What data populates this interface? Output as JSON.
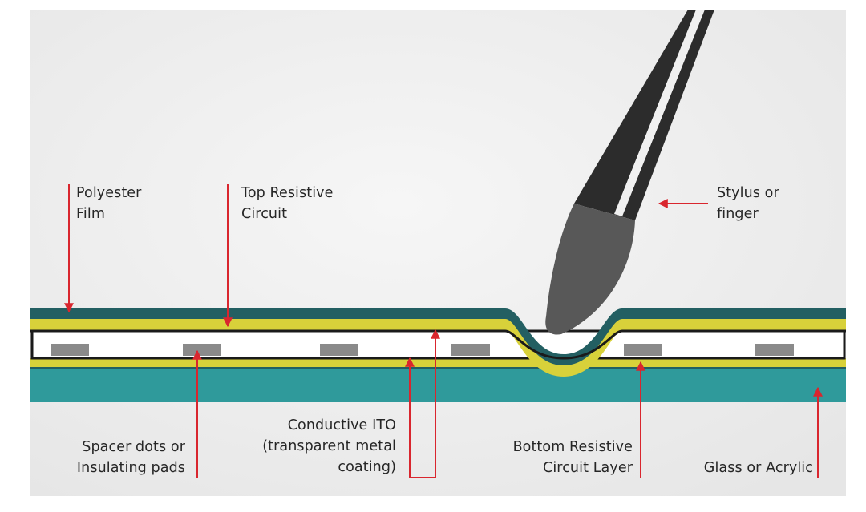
{
  "colors": {
    "background_light": "#f6f6f6",
    "background_edge": "#e6e6e6",
    "teal_dark": "#235f62",
    "teal_substrate": "#2f9a9b",
    "yellow_layer": "#d8d13a",
    "gap_white": "#ffffff",
    "outline": "#1a1a1a",
    "spacer_gray": "#8a8a8a",
    "stylus_body": "#2c2c2c",
    "stylus_tip": "#585858",
    "arrow_red": "#d9262e",
    "label_text": "#262626"
  },
  "labels": {
    "polyester_film": [
      "Polyester",
      "Film"
    ],
    "top_resistive_circuit": [
      "Top Resistive",
      "Circuit"
    ],
    "stylus_or_finger": [
      "Stylus or",
      "finger"
    ],
    "spacer_dots": [
      "Spacer dots or",
      "Insulating pads"
    ],
    "conductive_ito": [
      "Conductive ITO",
      "(transparent metal",
      "coating)"
    ],
    "bottom_resistive": [
      "Bottom Resistive",
      "Circuit Layer"
    ],
    "glass_or_acrylic": [
      "Glass or Acrylic"
    ]
  },
  "icons": {
    "stylus": "stylus-icon",
    "arrow": "red-arrow"
  }
}
